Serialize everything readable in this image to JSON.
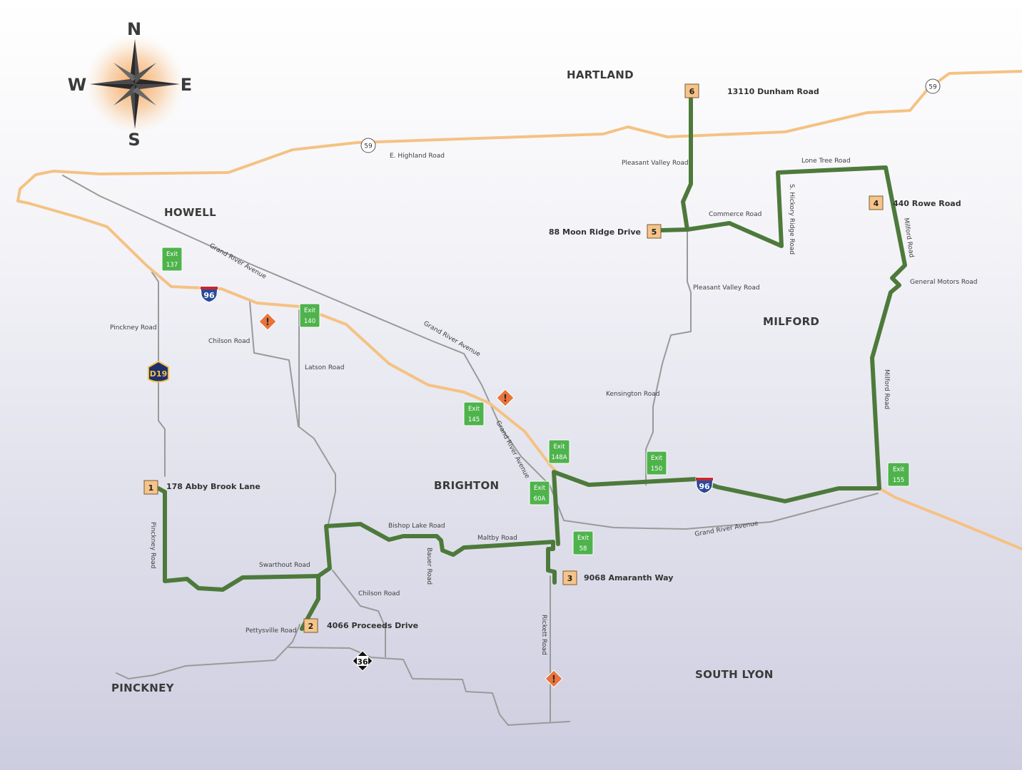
{
  "compass": {
    "n": "N",
    "s": "S",
    "e": "E",
    "w": "W"
  },
  "towns": {
    "hartland": "HARTLAND",
    "howell": "HOWELL",
    "milford": "MILFORD",
    "brighton": "BRIGHTON",
    "south_lyon": "SOUTH LYON",
    "pinckney": "PINCKNEY"
  },
  "roads": {
    "e_highland": "E. Highland Road",
    "grand_river_1": "Grand River Avenue",
    "grand_river_2": "Grand River Avenue",
    "grand_river_3": "Grand River Avenue",
    "grand_river_4": "Grand River Avenue",
    "pinckney_1": "Pinckney Road",
    "pinckney_2": "Pinckney Road",
    "chilson_1": "Chilson Road",
    "chilson_2": "Chilson Road",
    "latson": "Latson Road",
    "swarthout": "Swarthout Road",
    "bishop_lake": "Bishop Lake Road",
    "maltby": "Maltby Road",
    "bauer": "Bauer Road",
    "pettysville": "Pettysville Road",
    "rickett": "Rickett Road",
    "kensington": "Kensington Road",
    "pleasant_valley_1": "Pleasant Valley Road",
    "pleasant_valley_2": "Pleasant Valley Road",
    "commerce": "Commerce Road",
    "s_hickory_ridge": "S. Hickory Ridge Road",
    "lone_tree": "Lone Tree Road",
    "milford_1": "Milford Road",
    "milford_2": "Milford Road",
    "general_motors": "General Motors Road"
  },
  "exits": [
    {
      "label": "Exit",
      "num": "137"
    },
    {
      "label": "Exit",
      "num": "140"
    },
    {
      "label": "Exit",
      "num": "145"
    },
    {
      "label": "Exit",
      "num": "148A"
    },
    {
      "label": "Exit",
      "num": "60A"
    },
    {
      "label": "Exit",
      "num": "58"
    },
    {
      "label": "Exit",
      "num": "150"
    },
    {
      "label": "Exit",
      "num": "155"
    }
  ],
  "shields": {
    "m59_a": "59",
    "m59_b": "59",
    "i96_a": "96",
    "i96_b": "96",
    "m36": "36",
    "d19": "D19"
  },
  "locations": [
    {
      "num": "1",
      "address": "178 Abby Brook Lane"
    },
    {
      "num": "2",
      "address": "4066 Proceeds Drive"
    },
    {
      "num": "3",
      "address": "9068 Amaranth Way"
    },
    {
      "num": "4",
      "address": "440 Rowe Road"
    },
    {
      "num": "5",
      "address": "88 Moon Ridge Drive"
    },
    {
      "num": "6",
      "address": "13110 Dunham Road"
    }
  ],
  "colors": {
    "highway": "#f5c283",
    "route": "#4d7a3b",
    "minor_road": "#9a9a9a",
    "exit_sign": "#4fb34c",
    "marker": "#f6c48a",
    "warning": "#e8743b",
    "bg_top": "#ffffff",
    "bg_bottom": "#cfcfe2"
  }
}
